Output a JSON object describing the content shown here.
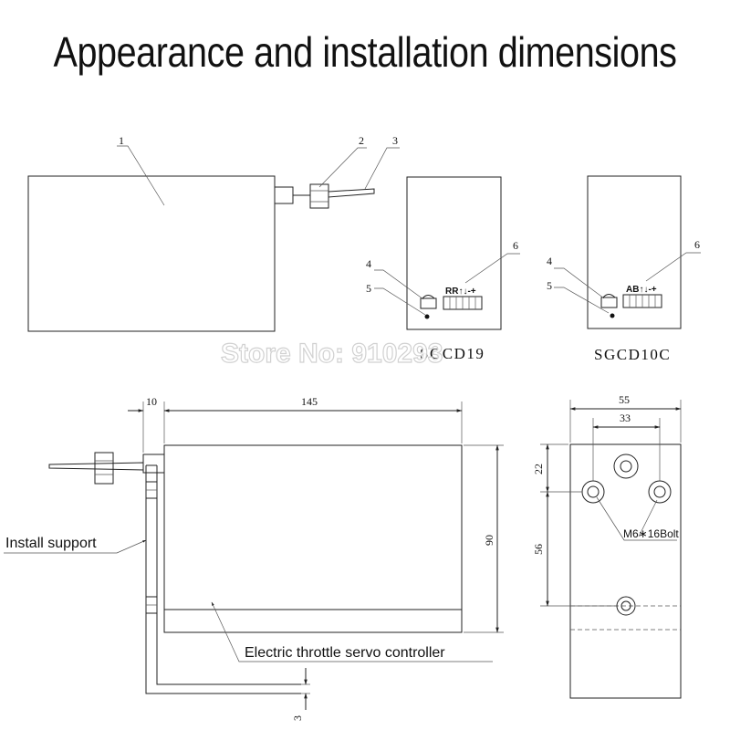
{
  "title": "Appearance and installation dimensions",
  "part_numbers": {
    "p1": "1",
    "p2": "2",
    "p3": "3",
    "p4a": "4",
    "p5a": "5",
    "p6a": "6",
    "p4b": "4",
    "p5b": "5",
    "p6b": "6"
  },
  "panels": {
    "left_label": "SGCD19",
    "right_label": "SGCD10C",
    "left_keys": "RR↑↓-+",
    "right_keys": "AB↑↓-+"
  },
  "watermark": "Store No: 910293",
  "dimensions": {
    "d10": "10",
    "d145": "145",
    "d90": "90",
    "d3": "3",
    "d55": "55",
    "d33": "33",
    "d22": "22",
    "d56": "56"
  },
  "callouts": {
    "install_support": "Install support",
    "controller": "Electric throttle servo controller",
    "bolt": "M6∗16Bolt"
  }
}
